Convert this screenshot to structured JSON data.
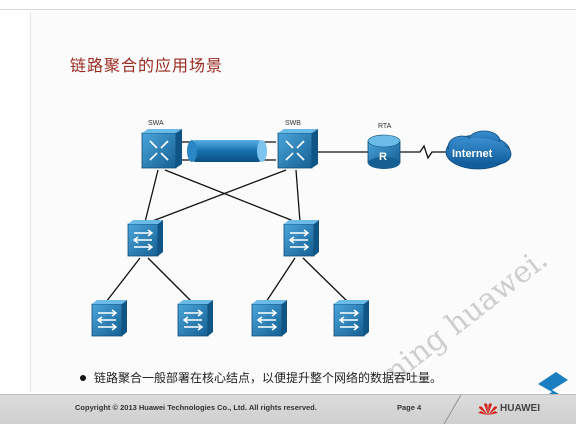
{
  "slide": {
    "title": "链路聚合的应用场景",
    "bullet": "链路聚合一般部署在核心结点，以便提升整个网络的数据吞吐量。",
    "footer": {
      "copyright": "Copyright © 2013 Huawei Technologies Co., Ltd. All rights reserved.",
      "page": "Page 4",
      "brand": "HUAWEI"
    },
    "watermark": "ning huawei.",
    "colors": {
      "title": "#9b2b22",
      "device": "#1f7db5",
      "aggregation": "#1a7fc1",
      "internet": "#1a6fb0"
    }
  },
  "diagram": {
    "core": [
      {
        "id": "swa",
        "label": "SWA",
        "icon": "core-switch-icon"
      },
      {
        "id": "swb",
        "label": "SWB",
        "icon": "core-switch-icon"
      }
    ],
    "router": {
      "label": "RTA",
      "icon": "router-icon",
      "glyph": "R"
    },
    "cloud": {
      "label": "Internet",
      "icon": "cloud-icon"
    },
    "distribution_count": 2,
    "access_count": 4
  }
}
